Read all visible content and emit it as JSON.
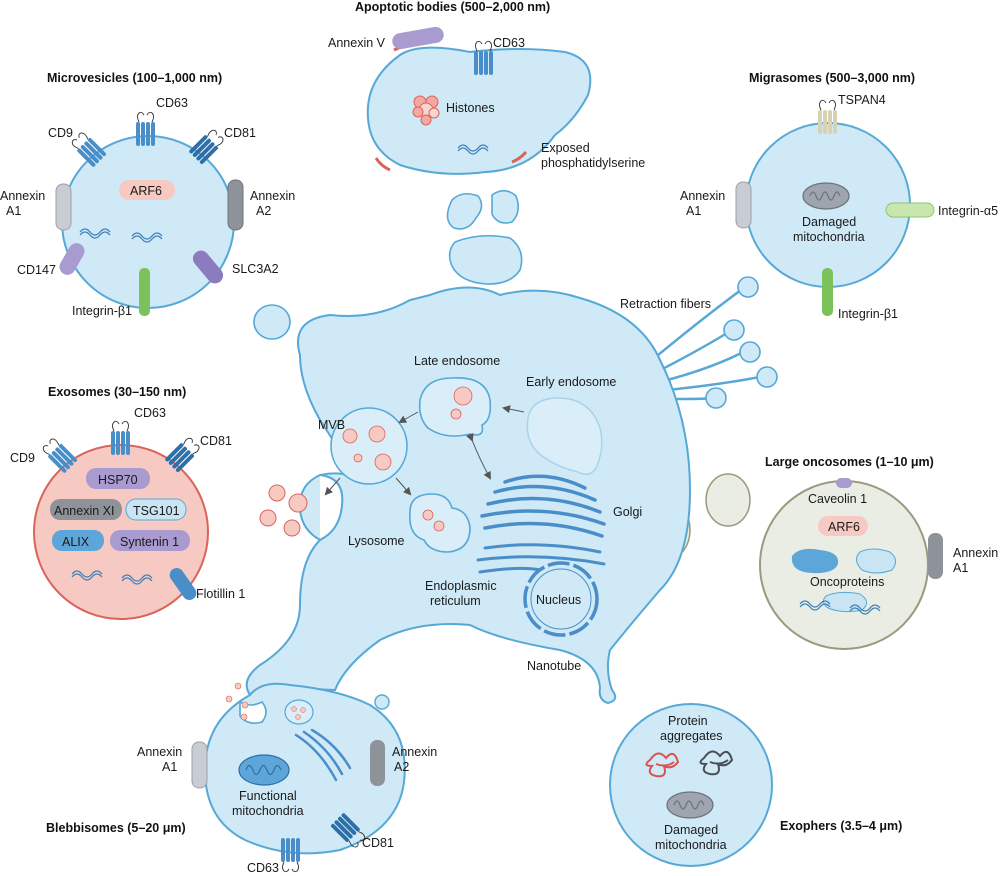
{
  "colors": {
    "vesicle_fill": "#cfe9f7",
    "vesicle_stroke": "#56a8d6",
    "exosome_fill": "#f7c9c3",
    "exosome_stroke": "#d9645a",
    "oncosome_fill": "#e9ede4",
    "oncosome_stroke": "#9a9a7e",
    "tetraspanin": "#4a8ec9",
    "annexin_gray": "#9aa0a8",
    "purple": "#a99ad0",
    "green": "#7cc25a"
  },
  "titles": {
    "apoptotic": "Apoptotic bodies (500–2,000 nm)",
    "microvesicles": "Microvesicles (100–1,000 nm)",
    "migrasomes": "Migrasomes (500–3,000 nm)",
    "exosomes": "Exosomes (30–150 nm)",
    "large_oncosomes": "Large oncosomes (1–10 μm)",
    "blebbisomes": "Blebbisomes (5–20 μm)",
    "exophers": "Exophers (3.5–4 μm)"
  },
  "apoptotic": {
    "annexin_v": "Annexin V",
    "cd63": "CD63",
    "histones": "Histones",
    "exposed_1": "Exposed",
    "exposed_2": "phosphatidylserine"
  },
  "microvesicles": {
    "cd63": "CD63",
    "cd9": "CD9",
    "cd81": "CD81",
    "annexin_a1_1": "Annexin",
    "annexin_a1_2": "A1",
    "annexin_a2_1": "Annexin",
    "annexin_a2_2": "A2",
    "arf6": "ARF6",
    "cd147": "CD147",
    "slc3a2": "SLC3A2",
    "integrin_b1": "Integrin-β1"
  },
  "migrasomes": {
    "tspan4": "TSPAN4",
    "annexin_1": "Annexin",
    "annexin_2": "A1",
    "damaged_1": "Damaged",
    "damaged_2": "mitochondria",
    "integrin_a5": "Integrin-α5",
    "integrin_b1": "Integrin-β1",
    "retraction": "Retraction fibers"
  },
  "exosomes": {
    "cd63": "CD63",
    "cd9": "CD9",
    "cd81": "CD81",
    "hsp70": "HSP70",
    "annexin_xi": "Annexin XI",
    "tsg101": "TSG101",
    "alix": "ALIX",
    "syntenin": "Syntenin 1",
    "flotillin": "Flotillin 1"
  },
  "cell": {
    "late_endosome": "Late endosome",
    "early_endosome": "Early endosome",
    "mvb": "MVB",
    "golgi": "Golgi",
    "lysosome": "Lysosome",
    "er_1": "Endoplasmic",
    "er_2": "reticulum",
    "nucleus": "Nucleus",
    "nanotube": "Nanotube"
  },
  "large_oncosomes": {
    "caveolin": "Caveolin 1",
    "arf6": "ARF6",
    "annexin_1": "Annexin",
    "annexin_2": "A1",
    "oncoproteins": "Oncoproteins"
  },
  "blebbisomes": {
    "annexin_a1_1": "Annexin",
    "annexin_a1_2": "A1",
    "annexin_a2_1": "Annexin",
    "annexin_a2_2": "A2",
    "functional_1": "Functional",
    "functional_2": "mitochondria",
    "cd81": "CD81",
    "cd63": "CD63"
  },
  "exophers": {
    "protein_1": "Protein",
    "protein_2": "aggregates",
    "damaged_1": "Damaged",
    "damaged_2": "mitochondria"
  }
}
